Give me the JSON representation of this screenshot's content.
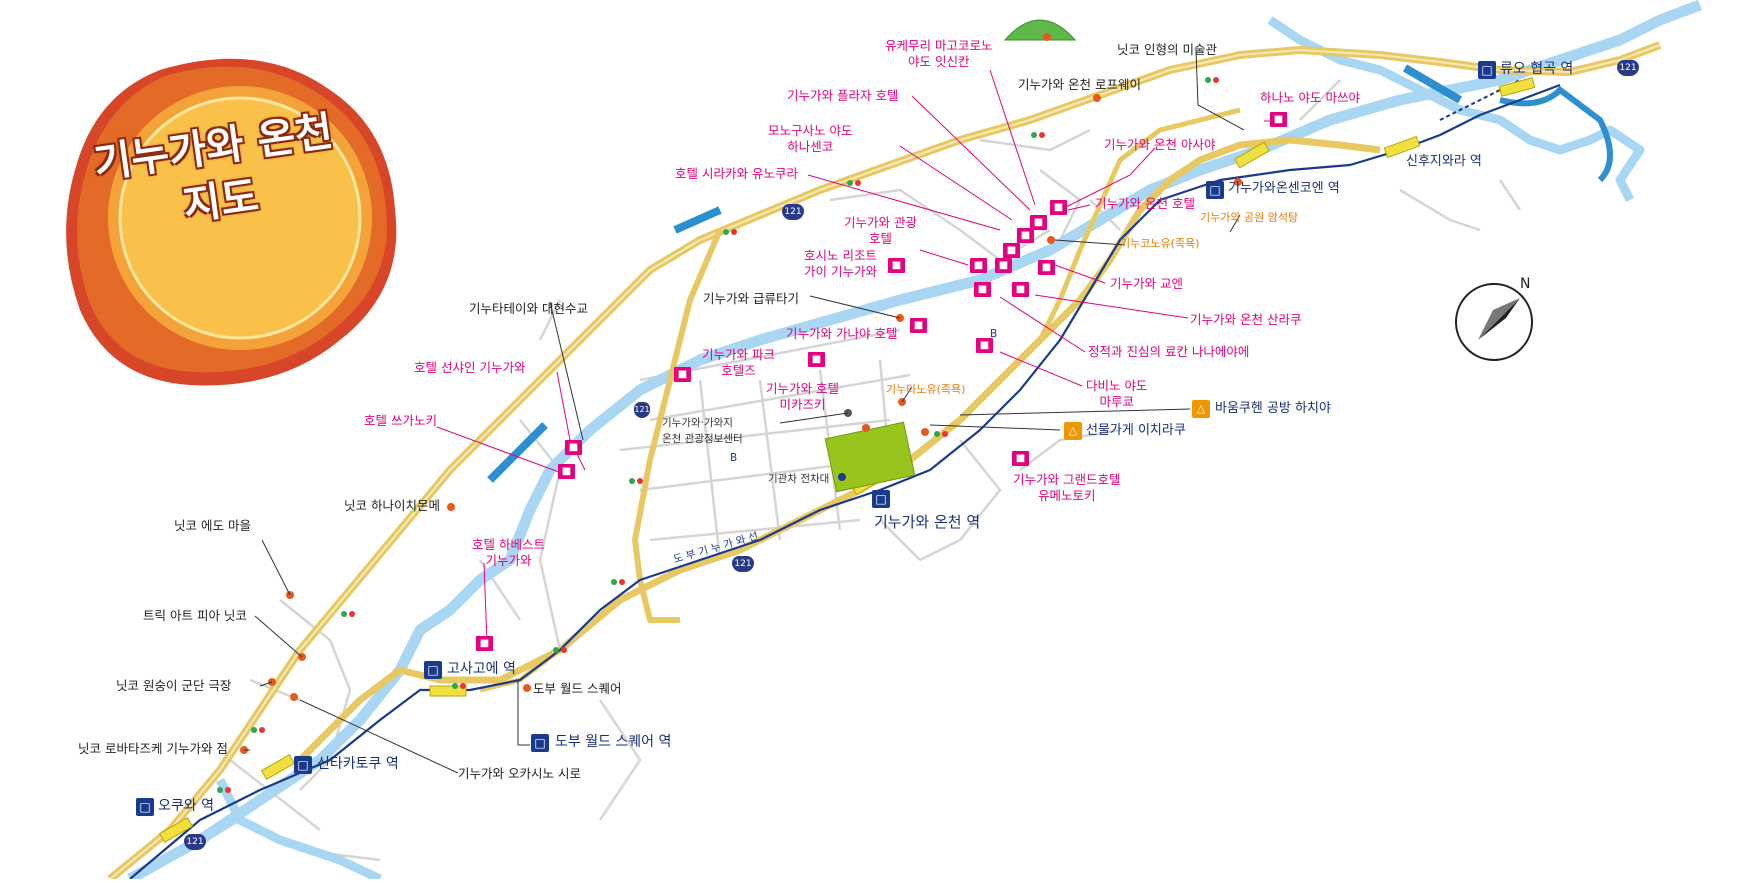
{
  "title": "기누가와 온천\n지도",
  "compass": "N",
  "route_number": "121",
  "bus_marker": "B",
  "colors": {
    "hotel": "#e4007f",
    "station": "#1a2f7a",
    "onsen": "#ee7a00",
    "road": "#e8c860",
    "river": "#a9d6f2",
    "rail": "#1a3a8f"
  },
  "stations": [
    {
      "id": "ryuo",
      "label": "류오 협곡 역"
    },
    {
      "id": "kinugawa_onsen_koen",
      "label": "기누가와온센코엔 역"
    },
    {
      "id": "shinfujiwara",
      "label": "신후지와라 역"
    },
    {
      "id": "kinugawa_onsen",
      "label": "기누가와 온천 역"
    },
    {
      "id": "kosagoe",
      "label": "고사고에 역"
    },
    {
      "id": "tobu_world_square_st",
      "label": "도부 월드 스퀘어 역"
    },
    {
      "id": "shintakatoku",
      "label": "신타카토쿠 역"
    },
    {
      "id": "okuwa",
      "label": "오쿠와 역"
    }
  ],
  "hotels": [
    {
      "id": "yukemuri",
      "label": "유케무리 마고코로노\n야도 잇신칸"
    },
    {
      "id": "plaza",
      "label": "기누가와 플라자 호텔"
    },
    {
      "id": "monogusano",
      "label": "모노구사노 야도\n하나센코"
    },
    {
      "id": "shirakaba",
      "label": "호텔 시라카와 유노쿠라"
    },
    {
      "id": "kanko",
      "label": "기누가와 관광\n호텔"
    },
    {
      "id": "hoshino",
      "label": "호시노 리조트\n가이 기누가와"
    },
    {
      "id": "hanano",
      "label": "하나노 야도 마쓰야"
    },
    {
      "id": "asaya",
      "label": "기누가와 온천 아사야"
    },
    {
      "id": "onsen_hotel",
      "label": "기누가와 온천 호텔"
    },
    {
      "id": "koen",
      "label": "기누가와 교엔"
    },
    {
      "id": "sanraku",
      "label": "기누가와 온천 산라쿠"
    },
    {
      "id": "nanaeya",
      "label": "정적과 진심의 료칸 나나에야에"
    },
    {
      "id": "dabino",
      "label": "다비노 야도\n마루쿄"
    },
    {
      "id": "kanaya",
      "label": "기누가와 가나야 호텔"
    },
    {
      "id": "park",
      "label": "기누가와 파크\n호텔즈"
    },
    {
      "id": "mikazuki",
      "label": "기누가와 호텔\n미카즈키"
    },
    {
      "id": "sunshine",
      "label": "호텔 선샤인 기누가와"
    },
    {
      "id": "tsugaki",
      "label": "호텔 쓰가노키"
    },
    {
      "id": "harvest",
      "label": "호텔 하베스트\n기누가와"
    },
    {
      "id": "grand",
      "label": "기누가와 그랜드호텔\n유메노토키"
    }
  ],
  "spots": [
    {
      "id": "doll_museum",
      "label": "닛코 인형의 미술관"
    },
    {
      "id": "ropeway",
      "label": "기누가와 온천 로프웨이"
    },
    {
      "id": "kyuryu",
      "label": "기누가와 급류타기"
    },
    {
      "id": "ohashi",
      "label": "기누타테이와 대현수교"
    },
    {
      "id": "hanaichimonme",
      "label": "닛코 하나이치몬메"
    },
    {
      "id": "edo_mura",
      "label": "닛코 에도 마을"
    },
    {
      "id": "trick_art",
      "label": "트릭 아트 피아 닛코"
    },
    {
      "id": "ninja",
      "label": "닛코 원숭이 군단 극장"
    },
    {
      "id": "robatazuke",
      "label": "닛코 로바타즈케 기누가와 점"
    },
    {
      "id": "tobu_world_square",
      "label": "도부 월드 스퀘어"
    },
    {
      "id": "okashino",
      "label": "기누가와 오카시노 시로"
    },
    {
      "id": "info_center",
      "label": "기누가와·가와지\n온천 관광정보센터"
    },
    {
      "id": "turntable",
      "label": "기관차 전차대"
    },
    {
      "id": "rail_label",
      "label": "도 부 기 누 가 와 선"
    }
  ],
  "onsen": [
    {
      "id": "koen_ganseki",
      "label": "기누가와 공원 암석탕"
    },
    {
      "id": "kinugawa_nouyu",
      "label": "기누코노유(족욕)"
    },
    {
      "id": "kinutano",
      "label": "기누타노유(족욕)"
    }
  ],
  "shops": [
    {
      "id": "baumkuchen",
      "label": "바움쿠헨 공방 하치야"
    },
    {
      "id": "ichiraku",
      "label": "선물가게 이치라쿠"
    }
  ]
}
